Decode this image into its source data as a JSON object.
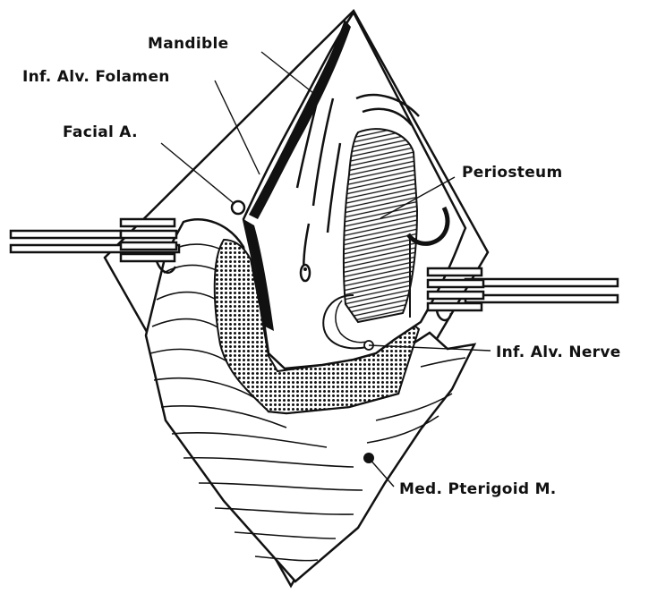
{
  "figure": {
    "labels": {
      "mandible": "Mandible",
      "inf_alv_foramen": "Inf. Alv. Folamen",
      "facial_artery": "Facial A.",
      "periosteum": "Periosteum",
      "inf_alv_nerve": "Inf. Alv. Nerve",
      "med_pterigoid": "Med. Pterigoid M."
    },
    "colors": {
      "ink": "#111111",
      "paper": "#ffffff"
    }
  }
}
